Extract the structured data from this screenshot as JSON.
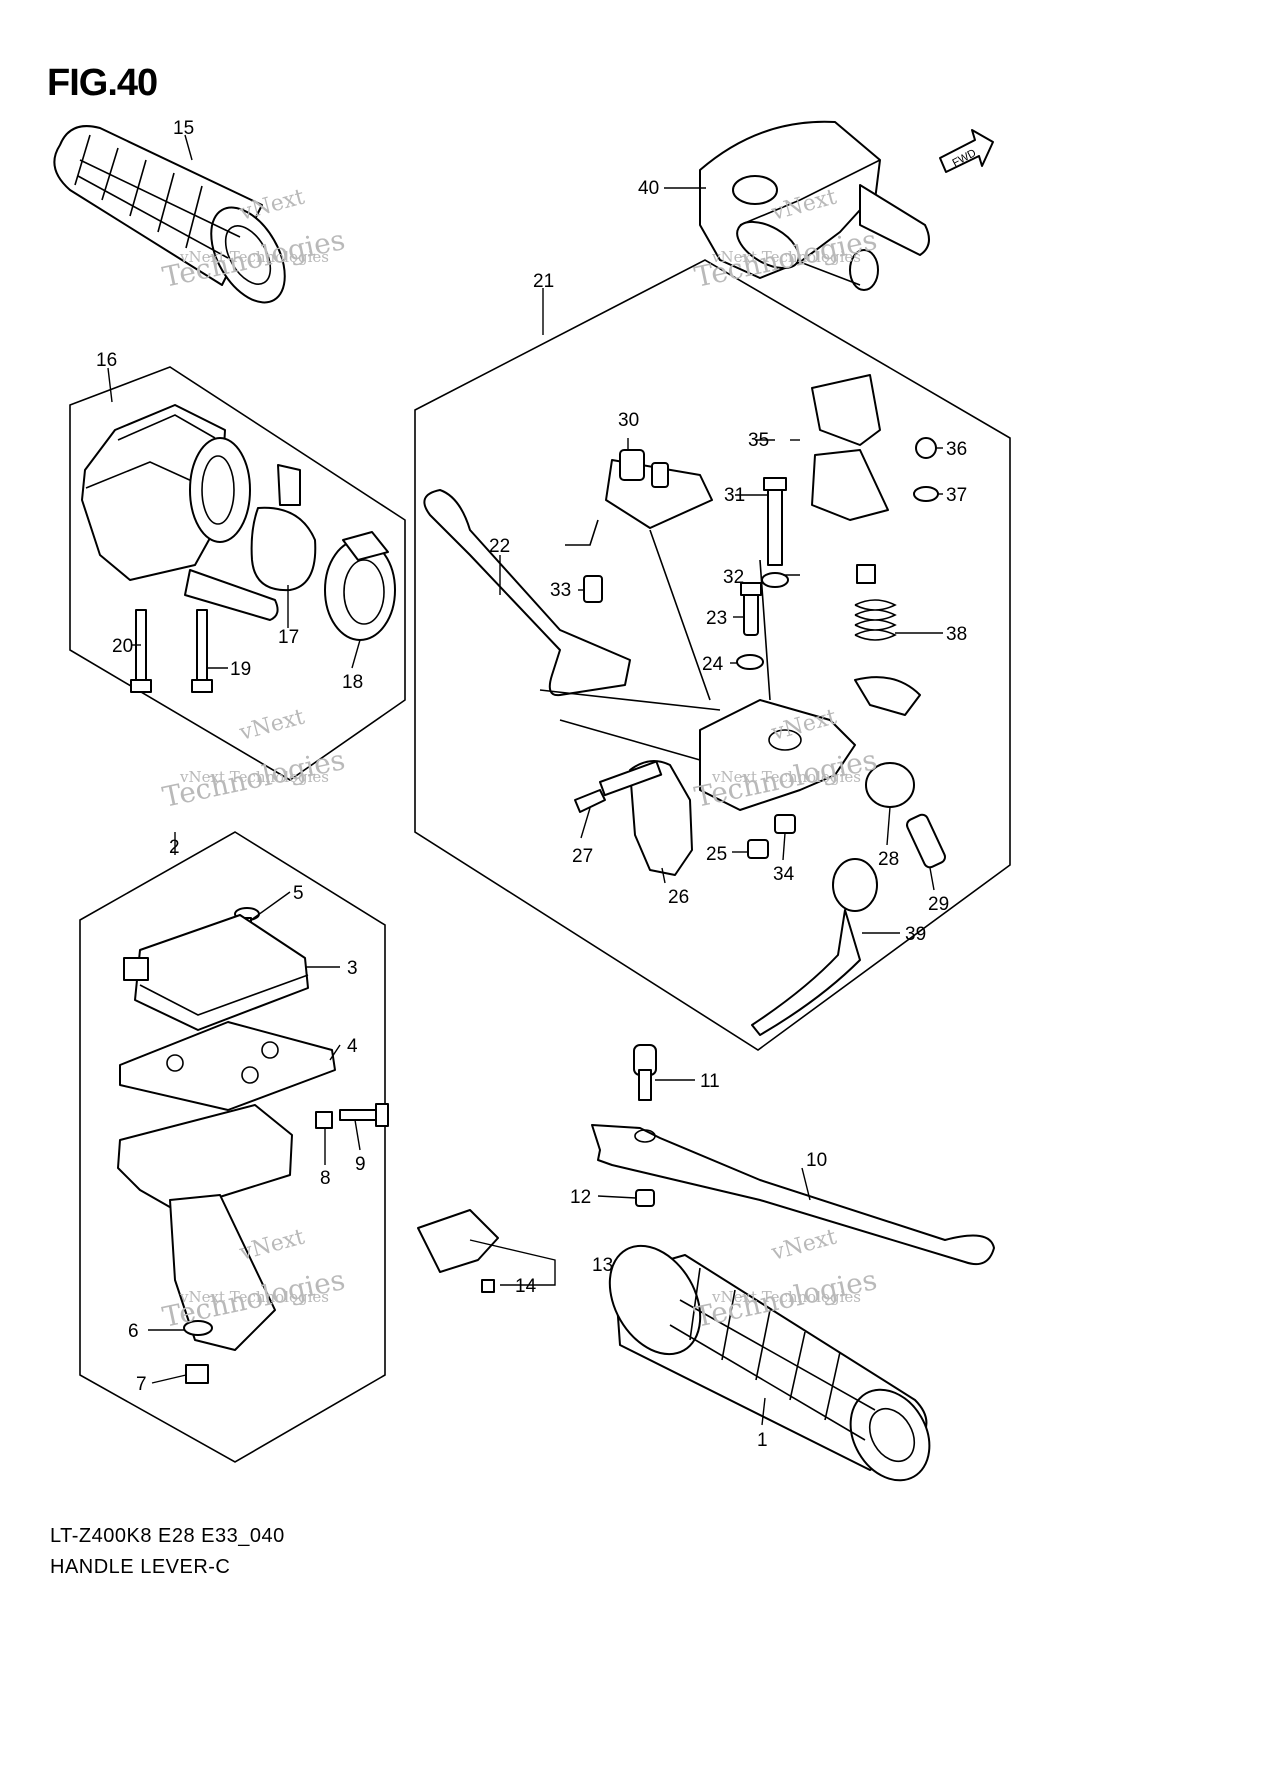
{
  "figure": {
    "title": "FIG.40",
    "model_code": "LT-Z400K8 E28 E33_040",
    "caption": "HANDLE LEVER-C",
    "fwd_label": "FWD"
  },
  "watermark": {
    "line1": "vNext",
    "line2": "vNext Technologies",
    "line3": "Technologies"
  },
  "callouts": [
    "1",
    "2",
    "3",
    "4",
    "5",
    "6",
    "7",
    "8",
    "9",
    "10",
    "11",
    "12",
    "13",
    "14",
    "15",
    "16",
    "17",
    "18",
    "19",
    "20",
    "21",
    "22",
    "23",
    "24",
    "25",
    "26",
    "27",
    "28",
    "29",
    "30",
    "31",
    "32",
    "33",
    "34",
    "35",
    "36",
    "37",
    "38",
    "39",
    "40"
  ]
}
